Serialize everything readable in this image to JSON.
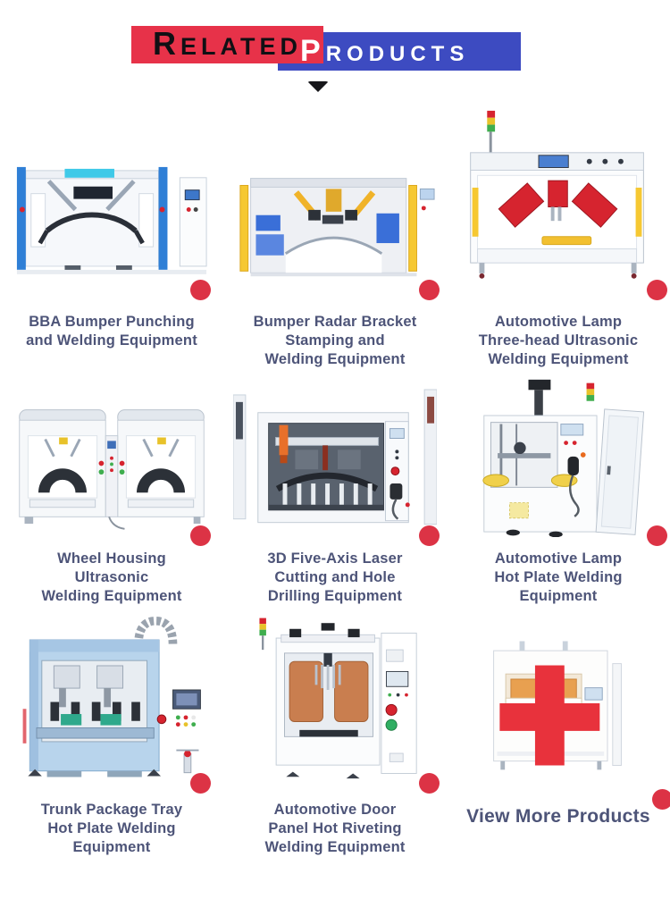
{
  "header": {
    "word_left": "RELATED",
    "word_right": "PRODUCTS"
  },
  "products": [
    {
      "lines": [
        "BBA Bumper Punching",
        "and Welding Equipment",
        ""
      ]
    },
    {
      "lines": [
        "Bumper Radar Bracket",
        "Stamping and",
        "Welding Equipment"
      ]
    },
    {
      "lines": [
        "Automotive Lamp",
        "Three-head Ultrasonic",
        "Welding Equipment"
      ]
    },
    {
      "lines": [
        "Wheel Housing",
        "Ultrasonic",
        "Welding Equipment"
      ]
    },
    {
      "lines": [
        "3D Five-Axis Laser",
        "Cutting and Hole",
        "Drilling Equipment"
      ]
    },
    {
      "lines": [
        "Automotive Lamp",
        "Hot Plate Welding",
        "Equipment"
      ]
    },
    {
      "lines": [
        "Trunk Package Tray",
        "Hot Plate Welding",
        "Equipment"
      ]
    },
    {
      "lines": [
        "Automotive Door",
        "Panel Hot Riveting",
        "Welding Equipment"
      ]
    }
  ],
  "view_more": {
    "label": "View More Products"
  },
  "colors": {
    "header_red": "#e73249",
    "header_blue": "#3d4bc1",
    "dot_red": "#dc3345",
    "caption_text": "#4d5478",
    "header_left_text": "#101014",
    "header_right_text": "#ffffff",
    "arrow": "#17171b"
  }
}
